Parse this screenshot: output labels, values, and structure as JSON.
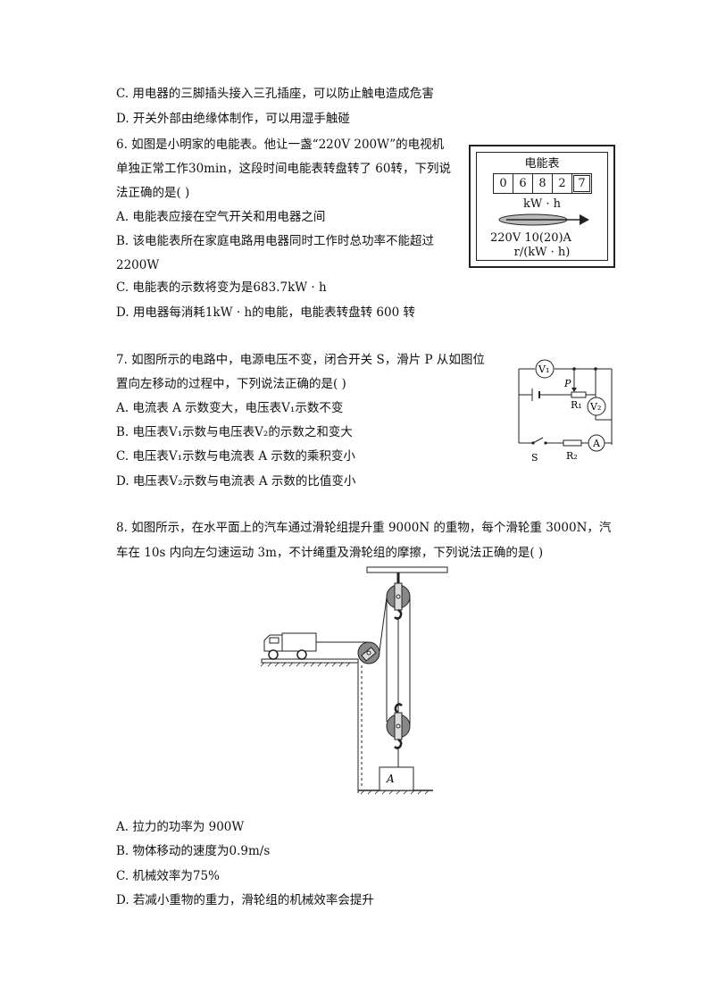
{
  "lines": [
    "C. 用电器的三脚插头接入三孔插座，可以防止触电造成危害",
    "D. 开关外部由绝缘体制作，可以用湿手触碰",
    "6.  如图是小明家的电能表。他让一盏“220V 200W”的电视机",
    "单独正常工作30min，这段时间电能表转盘转了 60转，下列说",
    "法正确的是(    )",
    "A.  电能表应接在空气开关和用电器之间",
    "B.  该电能表所在家庭电路用电器同时工作时总功率不能超过",
    "2200W",
    "C.  电能表的示数将变为是683.7kW · h",
    "D.  用电器每消耗1kW · h的电能，电能表转盘转 600 转",
    "7.  如图所示的电路中，电源电压不变，闭合开关 S，滑片 P 从如图位",
    "置向左移动的过程中，下列说法正确的是(    )",
    "A.  电流表 A 示数变大，电压表V₁示数不变",
    "B.  电压表V₁示数与电压表V₂的示数之和变大",
    "C.  电压表V₁示数与电流表 A 示数的乘积变小",
    "D.  电压表V₂示数与电流表 A 示数的比值变小",
    "8.  如图所示，在水平面上的汽车通过滑轮组提升重 9000N 的重物，每个滑轮重 3000N，汽",
    "车在 10s 内向左匀速运动 3m，不计绳重及滑轮组的摩擦，下列说法正确的是(    )",
    "A.  拉力的功率为 900W",
    "B.  物体移动的速度为0.9m/s",
    "C.  机械效率为75%",
    "D.  若减小重物的重力，滑轮组的机械效率会提升"
  ],
  "meter": {
    "title": "电能表",
    "digits": [
      "0",
      "6",
      "8",
      "2",
      "7"
    ],
    "unit": "kW · h",
    "spec1": "220V  10(20)A",
    "spec2": "r/(kW · h)"
  },
  "circuit": {
    "v1": "V₁",
    "v2": "V₂",
    "ammeter": "A",
    "slider": "P",
    "r1": "R₁",
    "r2": "R₂",
    "switch": "S"
  },
  "pulley": {
    "block_label": "A"
  }
}
